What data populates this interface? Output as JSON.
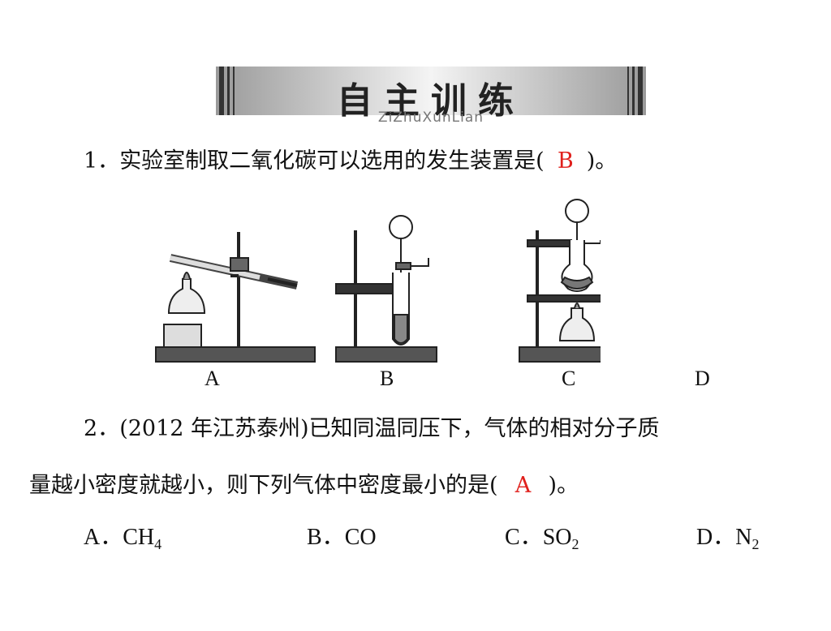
{
  "banner": {
    "title": "自主训练",
    "subtitle": "ZiZhuXunLian"
  },
  "q1": {
    "number": "1．",
    "text": "实验室制取二氧化碳可以选用的发生装置是(",
    "answer": "B",
    "end": ")。"
  },
  "apparatus_labels": [
    "A",
    "B",
    "C",
    "D"
  ],
  "q2": {
    "number": "2．",
    "source": "(2012 年江苏泰州)",
    "text_line1": "已知同温同压下，气体的相对分子质",
    "text_line2": "量越小密度就越小，则下列气体中密度最小的是(",
    "answer": "A",
    "end": ")。"
  },
  "options": [
    {
      "letter": "A．",
      "formula": "CH",
      "sub": "4"
    },
    {
      "letter": "B．",
      "formula": "CO",
      "sub": ""
    },
    {
      "letter": "C．",
      "formula": "SO",
      "sub": "2"
    },
    {
      "letter": "D．",
      "formula": "N",
      "sub": "2"
    }
  ]
}
